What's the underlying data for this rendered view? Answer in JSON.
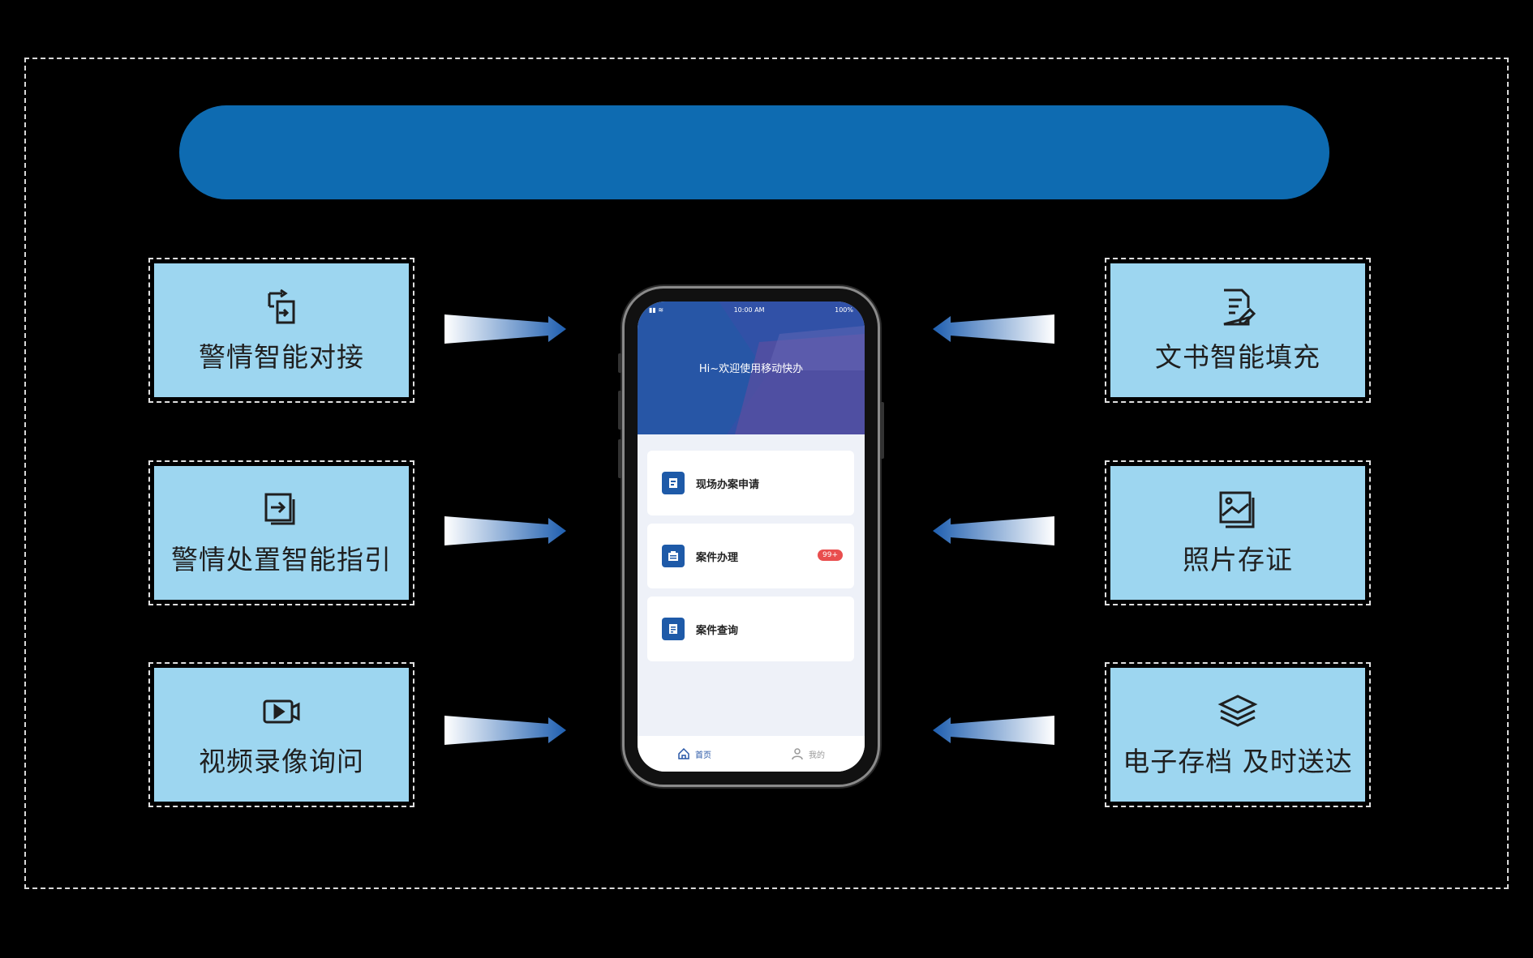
{
  "banner": {
    "title": ""
  },
  "features_left": [
    {
      "label": "警情智能对接",
      "icon": "import-transfer-icon"
    },
    {
      "label": "警情处置智能指引",
      "icon": "login-arrow-icon"
    },
    {
      "label": "视频录像询问",
      "icon": "video-camera-icon"
    }
  ],
  "features_right": [
    {
      "label": "文书智能填充",
      "icon": "document-edit-icon"
    },
    {
      "label": "照片存证",
      "icon": "image-gallery-icon"
    },
    {
      "label": "电子存档 及时送达",
      "icon": "layers-icon"
    }
  ],
  "phone": {
    "status": {
      "time": "10:00 AM",
      "battery": "100%"
    },
    "greeting": "Hi~欢迎使用移动快办",
    "cards": [
      {
        "label": "现场办案申请",
        "icon": "form-icon"
      },
      {
        "label": "案件办理",
        "icon": "case-icon",
        "badge": "99+"
      },
      {
        "label": "案件查询",
        "icon": "search-doc-icon"
      }
    ],
    "tabs": [
      {
        "label": "首页",
        "icon": "home-icon"
      },
      {
        "label": "我的",
        "icon": "user-icon"
      }
    ]
  },
  "colors": {
    "background": "#000000",
    "banner": "#0e6bb1",
    "feature_fill": "#9dd6f0",
    "accent": "#2756a6",
    "badge": "#e94e4e"
  }
}
